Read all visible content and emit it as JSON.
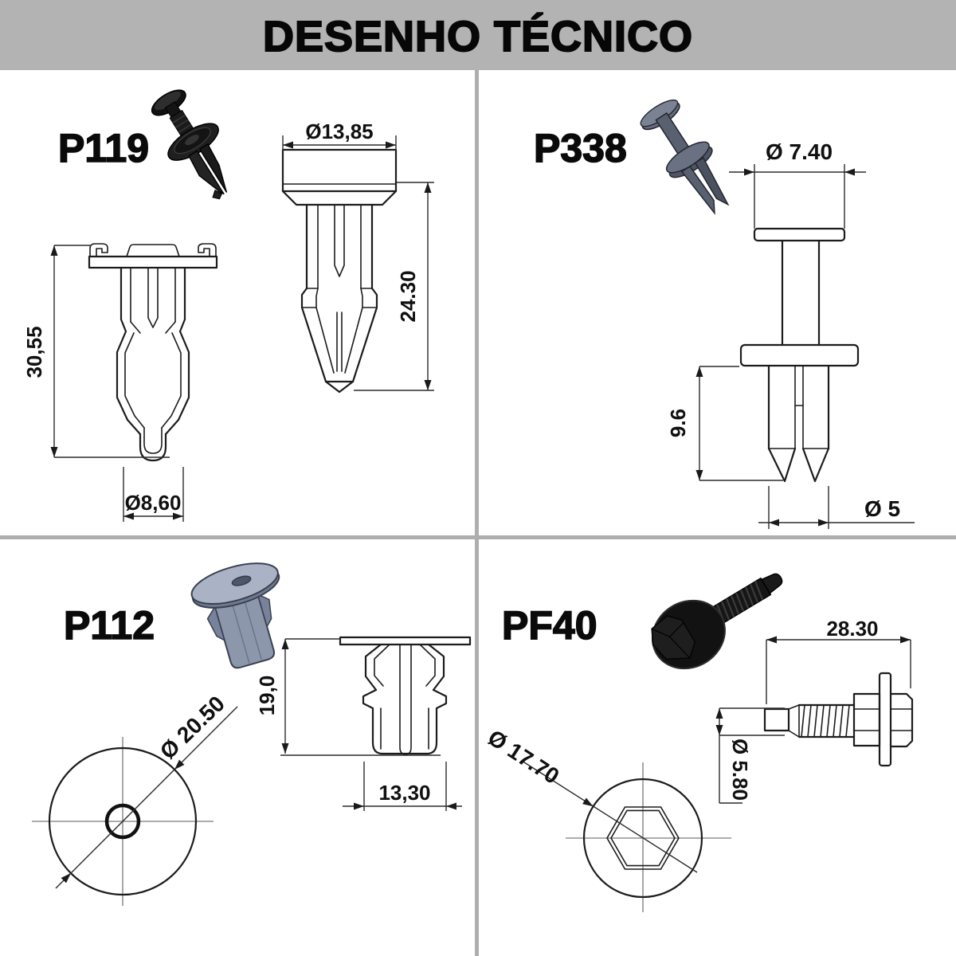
{
  "title": "DESENHO TÉCNICO",
  "colors": {
    "banner": "#b3b3b3",
    "divider": "#aeaeae",
    "drawing_line": "#1c1c1c",
    "icon_black": "#161616",
    "icon_slate": "#5d6575",
    "icon_steel_blue": "#9aa3ba"
  },
  "parts": [
    {
      "id": "p119",
      "label": "P119",
      "dimensions": {
        "front_height": "30,55",
        "front_diameter": "Ø8,60",
        "side_top_diameter": "Ø13,85",
        "side_height": "24.30"
      }
    },
    {
      "id": "p338",
      "label": "P338",
      "dimensions": {
        "head_diameter": "Ø 7.40",
        "leg_length": "9.6",
        "leg_diameter": "Ø 5"
      }
    },
    {
      "id": "p112",
      "label": "P112",
      "dimensions": {
        "flange_diameter": "Ø 20.50",
        "height": "19,0",
        "body_width": "13,30"
      }
    },
    {
      "id": "pf40",
      "label": "PF40",
      "dimensions": {
        "total_length": "28.30",
        "thread_diameter": "Ø 5.80",
        "head_diameter": "Ø 17.70"
      }
    }
  ]
}
